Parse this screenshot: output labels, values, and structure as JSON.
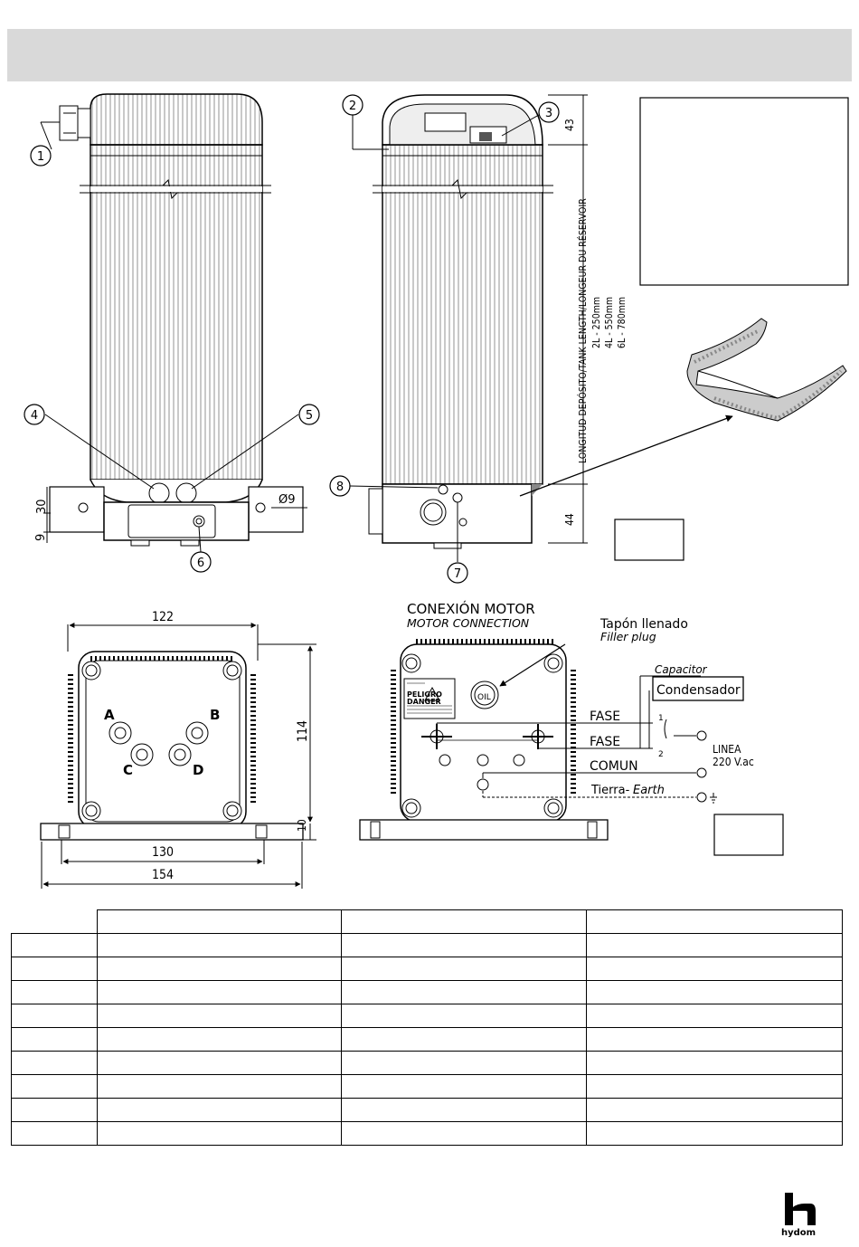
{
  "callouts": [
    "1",
    "2",
    "3",
    "4",
    "5",
    "6",
    "7",
    "8"
  ],
  "dims": {
    "d30": "30",
    "d9": "9",
    "phi9": "Ø9",
    "d43": "43",
    "d44": "44",
    "d122": "122",
    "d114": "114",
    "d10": "10",
    "d130": "130",
    "d154": "154"
  },
  "tank": {
    "length_label": "LONGITUD DEPÓSITO/TANK LENGTH/LONGEUR DU RÉSERVOIR",
    "sizes": [
      "2L - 250mm",
      "4L - 550mm",
      "6L - 780mm"
    ]
  },
  "ports": [
    "A",
    "B",
    "C",
    "D"
  ],
  "wiring": {
    "title": "CONEXIÓN MOTOR",
    "subtitle": "MOTOR CONNECTION",
    "filler_es": "Tapón llenado",
    "filler_en": "Filler plug",
    "capacitor_en": "Capacitor",
    "capacitor_es": "Condensador",
    "phase1": "FASE",
    "phase2": "FASE",
    "common": "COMUN",
    "earth_es": "Tierra-",
    "earth_en": "Earth",
    "line": "LINEA",
    "voltage": "220 V.ac",
    "sw1": "1",
    "sw2": "2",
    "oil": "OIL",
    "warn_title1": "PELIGRO",
    "warn_title2": "DANGER"
  },
  "table": {
    "rows": 10,
    "cols": 4
  },
  "logo": {
    "text": "hydom"
  },
  "colors": {
    "header": "#d9d9d9",
    "line": "#000000",
    "fins": "#555555"
  }
}
